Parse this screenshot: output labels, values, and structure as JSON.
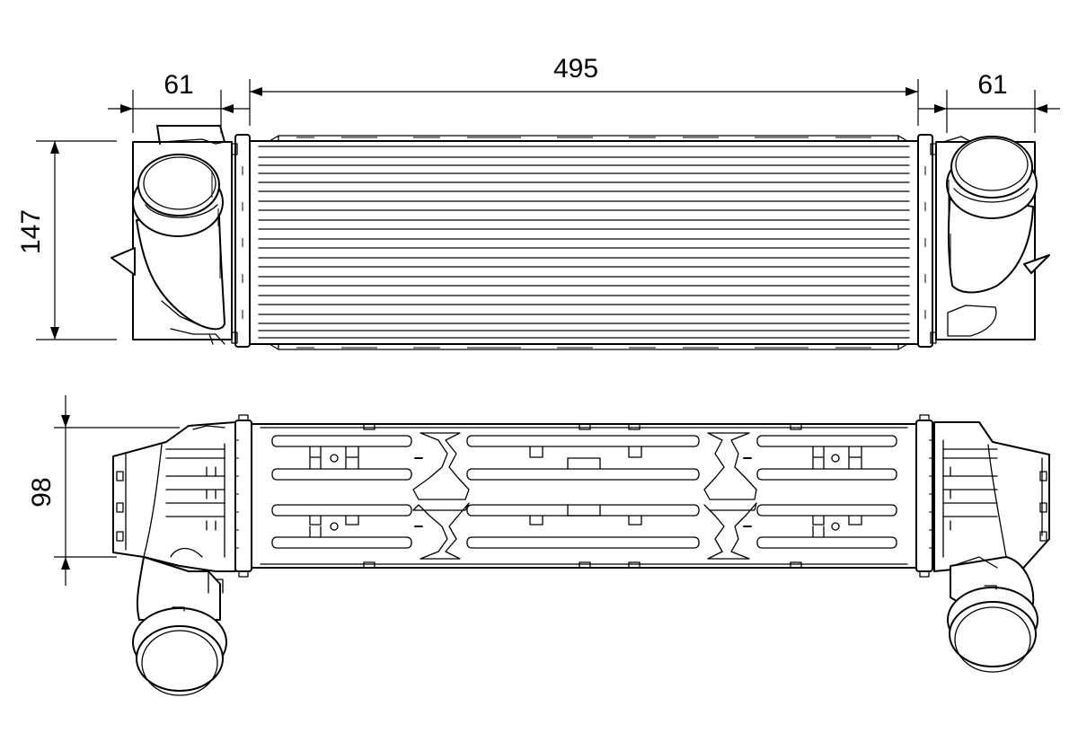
{
  "dimensions": {
    "left_inlet_width": "61",
    "core_length": "495",
    "right_outlet_width": "61",
    "height": "147",
    "depth": "98"
  }
}
